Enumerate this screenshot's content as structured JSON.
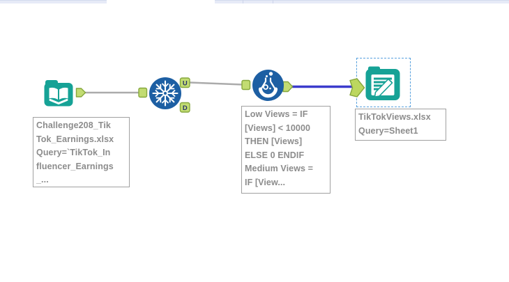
{
  "app": {
    "name": "workflow-canvas"
  },
  "colors": {
    "tool_teal": "#16A296",
    "tool_blue": "#1D5FA3",
    "anchor_green": "#C2DC72",
    "anchor_border": "#86A73D",
    "wire_gray": "#ABABAB",
    "wire_selected_blue": "#3B3BCC",
    "selection_dash_blue": "#56A0DE",
    "annotation_text": "#8C8C8C",
    "annotation_border": "#A0A0A0",
    "top_strip": "#E6EAF7"
  },
  "tools": [
    {
      "type": "input-data",
      "icon": "open-book-folder-icon",
      "annotation": "Challenge208_Tik\nTok_Earnings.xlsx\nQuery=`TikTok_In\nfluencer_Earnings\n_..."
    },
    {
      "type": "unique",
      "icon": "snowflake-icon",
      "outputs": [
        "U",
        "D"
      ]
    },
    {
      "type": "formula",
      "icon": "flask-icon",
      "annotation": "Low Views = IF\n[Views] < 10000\nTHEN [Views]\nELSE 0 ENDIF\nMedium Views =\nIF [View..."
    },
    {
      "type": "output-data",
      "icon": "document-pencil-icon",
      "selected": true,
      "annotation": "TikTokViews.xlsx\nQuery=Sheet1"
    }
  ]
}
